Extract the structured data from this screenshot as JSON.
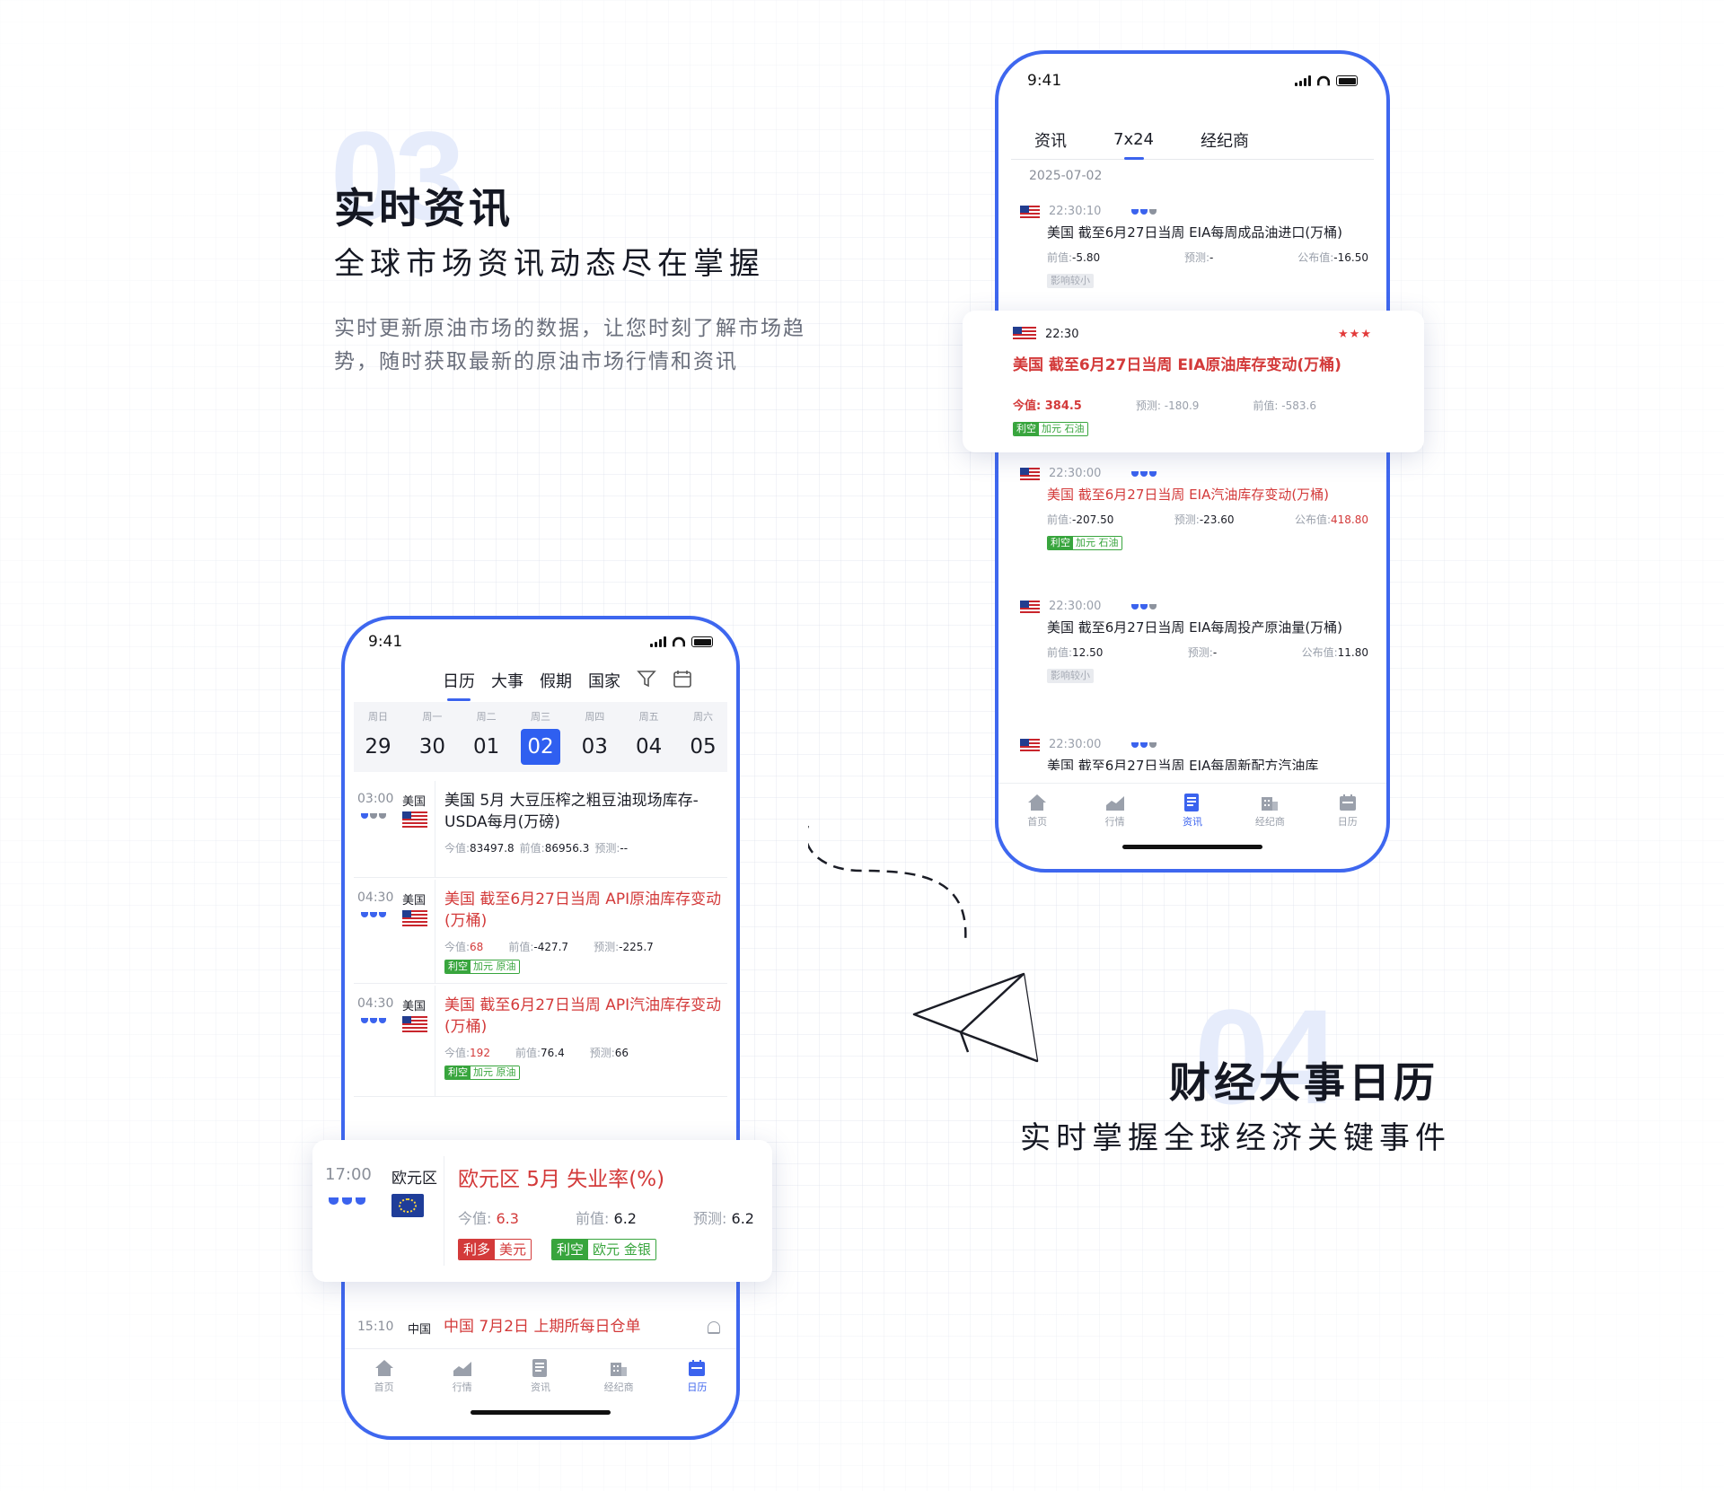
{
  "section03": {
    "number": "03",
    "title": "实时资讯",
    "subtitle": "全球市场资讯动态尽在掌握",
    "description_line1": "实时更新原油市场的数据，让您时刻了解市场趋",
    "description_line2": "势，随时获取最新的原油市场行情和资讯"
  },
  "section04": {
    "number": "04",
    "title": "财经大事日历",
    "subtitle": "实时掌握全球经济关键事件"
  },
  "phone_news": {
    "time": "9:41",
    "tabs": [
      "资讯",
      "7x24",
      "经纪商"
    ],
    "date": "2025-07-02",
    "items": [
      {
        "time": "22:30:10",
        "title": "美国 截至6月27日当周 EIA每周成品油进口(万桶)",
        "prev_label": "前值:",
        "prev": "-5.80",
        "fc_label": "预测:",
        "fc": "-",
        "pub_label": "公布值:",
        "pub": "-16.50",
        "minor": "影响较小"
      },
      {
        "time": "22:30:00",
        "title": "美国 截至6月27日当周 EIA汽油库存变动(万桶)",
        "prev_label": "前值:",
        "prev": "-207.50",
        "fc_label": "预测:",
        "fc": "-23.60",
        "pub_label": "公布值:",
        "pub": "418.80",
        "tag_k": "利空",
        "tag_v": "加元 石油"
      },
      {
        "time": "22:30:00",
        "title": "美国 截至6月27日当周 EIA每周投产原油量(万桶)",
        "prev_label": "前值:",
        "prev": "12.50",
        "fc_label": "预测:",
        "fc": "-",
        "pub_label": "公布值:",
        "pub": "11.80",
        "minor": "影响较小"
      },
      {
        "time": "22:30:00",
        "title": "美国 截至6月27日当周 EIA每周新配方汽油库"
      }
    ],
    "highlight": {
      "time": "22:30",
      "title": "美国 截至6月27日当周 EIA原油库存变动(万桶)",
      "now_label": "今值:",
      "now": "384.5",
      "fc_label": "预测:",
      "fc": "-180.9",
      "prev_label": "前值:",
      "prev": "-583.6",
      "tag_k": "利空",
      "tag_v": "加元 石油"
    },
    "tabbar": [
      "首页",
      "行情",
      "资讯",
      "经纪商",
      "日历"
    ]
  },
  "phone_cal": {
    "time": "9:41",
    "nav": [
      "日历",
      "大事",
      "假期",
      "国家"
    ],
    "week": [
      {
        "dn": "周日",
        "dd": "29"
      },
      {
        "dn": "周一",
        "dd": "30"
      },
      {
        "dn": "周二",
        "dd": "01"
      },
      {
        "dn": "周三",
        "dd": "02"
      },
      {
        "dn": "周四",
        "dd": "03"
      },
      {
        "dn": "周五",
        "dd": "04"
      },
      {
        "dn": "周六",
        "dd": "05"
      }
    ],
    "events": [
      {
        "time": "03:00",
        "country": "美国",
        "title": "美国 5月 大豆压榨之粗豆油现场库存-USDA每月(万磅)",
        "now_label": "今值:",
        "now": "83497.8",
        "prev_label": "前值:",
        "prev": "86956.3",
        "fc_label": "预测:",
        "fc": "--"
      },
      {
        "time": "04:30",
        "country": "美国",
        "title": "美国 截至6月27日当周 API原油库存变动(万桶)",
        "now_label": "今值:",
        "now": "68",
        "prev_label": "前值:",
        "prev": "-427.7",
        "fc_label": "预测:",
        "fc": "-225.7",
        "tag_k": "利空",
        "tag_v": "加元 原油"
      },
      {
        "time": "04:30",
        "country": "美国",
        "title": "美国 截至6月27日当周 API汽油库存变动(万桶)",
        "now_label": "今值:",
        "now": "192",
        "prev_label": "前值:",
        "prev": "76.4",
        "fc_label": "预测:",
        "fc": "66",
        "tag_k": "利空",
        "tag_v": "加元 原油"
      },
      {
        "time": "15:10",
        "country": "中国",
        "title": "中国 7月2日 上期所每日仓单"
      }
    ],
    "highlight": {
      "time": "17:00",
      "country": "欧元区",
      "title": "欧元区 5月 失业率(%)",
      "now_label": "今值:",
      "now": "6.3",
      "prev_label": "前值:",
      "prev": "6.2",
      "fc_label": "预测:",
      "fc": "6.2",
      "tag1_k": "利多",
      "tag1_v": "美元",
      "tag2_k": "利空",
      "tag2_v": "欧元 金银"
    },
    "tabbar": [
      "首页",
      "行情",
      "资讯",
      "经纪商",
      "日历"
    ]
  },
  "colors": {
    "accent": "#3b63ee",
    "red": "#d33a3a",
    "green": "#38a53d"
  }
}
